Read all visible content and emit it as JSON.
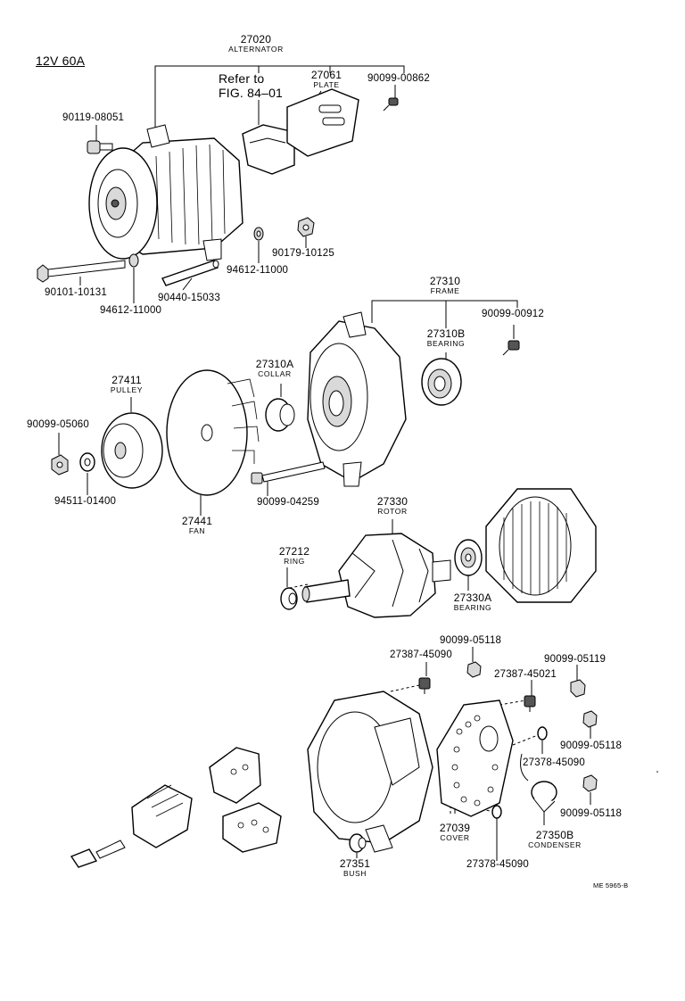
{
  "diagram": {
    "spec_label": "12V 60A",
    "drawing_code": "ME 5965-B",
    "reference": {
      "line1": "Refer to",
      "line2": "FIG. 84–01"
    },
    "parts": {
      "p27020": {
        "number": "27020",
        "name": "ALTERNATOR"
      },
      "p27061": {
        "number": "27061",
        "name": "PLATE"
      },
      "p90099_00862": {
        "number": "90099-00862"
      },
      "p90119_08051": {
        "number": "90119-08051"
      },
      "p90179_10125": {
        "number": "90179-10125"
      },
      "p94612_11000_a": {
        "number": "94612-11000"
      },
      "p90101_10131": {
        "number": "90101-10131"
      },
      "p94612_11000_b": {
        "number": "94612-11000"
      },
      "p90440_15033": {
        "number": "90440-15033"
      },
      "p27310": {
        "number": "27310",
        "name": "FRAME"
      },
      "p90099_00912": {
        "number": "90099-00912"
      },
      "p27310B": {
        "number": "27310B",
        "name": "BEARING"
      },
      "p27411": {
        "number": "27411",
        "name": "PULLEY"
      },
      "p27310A": {
        "number": "27310A",
        "name": "COLLAR"
      },
      "p90099_05060": {
        "number": "90099-05060"
      },
      "p94511_01400": {
        "number": "94511-01400"
      },
      "p90099_04259": {
        "number": "90099-04259"
      },
      "p27441": {
        "number": "27441",
        "name": "FAN"
      },
      "p27330": {
        "number": "27330",
        "name": "ROTOR"
      },
      "p27212": {
        "number": "27212",
        "name": "RING"
      },
      "p27330A": {
        "number": "27330A",
        "name": "BEARING"
      },
      "p90099_05118_a": {
        "number": "90099-05118"
      },
      "p27387_45090": {
        "number": "27387-45090"
      },
      "p90099_05119": {
        "number": "90099-05119"
      },
      "p27387_45021": {
        "number": "27387-45021"
      },
      "p90099_05118_b": {
        "number": "90099-05118"
      },
      "p27378_45090_a": {
        "number": "27378-45090"
      },
      "p90099_05118_c": {
        "number": "90099-05118"
      },
      "p27039": {
        "number": "27039",
        "name": "COVER"
      },
      "p27350B": {
        "number": "27350B",
        "name": "CONDENSER"
      },
      "p27378_45090_b": {
        "number": "27378-45090"
      },
      "p27351": {
        "number": "27351",
        "name": "BUSH"
      }
    }
  }
}
